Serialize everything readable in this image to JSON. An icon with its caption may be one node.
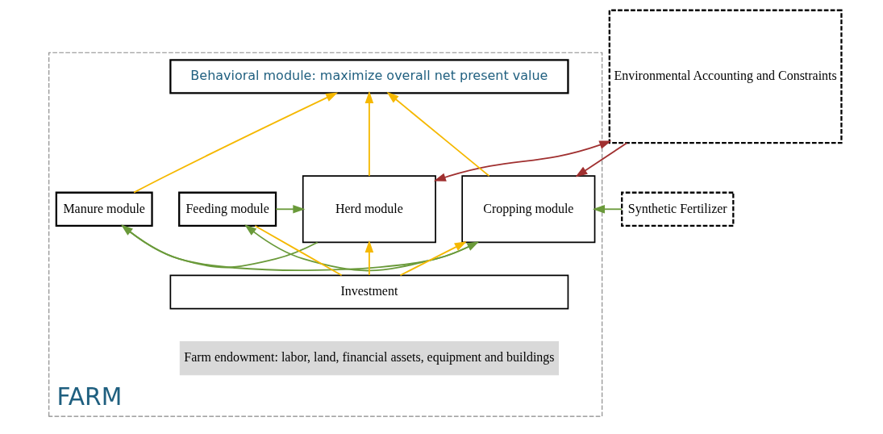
{
  "diagram": {
    "nodes": [
      {
        "text": [
          "FARM"
        ]
      },
      {
        "text": [
          "Behavioral module: maximize overall net present value"
        ],
        "in": 0
      },
      {
        "text": [
          "Herd module"
        ],
        "in": 0
      },
      {
        "text": [
          "Manure module"
        ],
        "in": 0
      },
      {
        "text": [
          "Feeding module"
        ],
        "in": 0
      },
      {
        "text": [
          "Cropping module"
        ],
        "in": 0
      },
      {
        "text": [
          "Investment"
        ],
        "in": 0
      },
      {
        "text": [
          "Farm endowment: labor, land, financial assets, equipment and buildings"
        ],
        "in": 0
      },
      {
        "text": [
          "Synthetic Fertilizer"
        ]
      },
      {
        "text": [
          "Environmental Accounting and Constraints"
        ]
      }
    ],
    "edges": [
      {
        "from": 2,
        "to": 1,
        "arrow": "to",
        "color": "#f5b800"
      },
      {
        "from": 3,
        "to": 1,
        "arrow": "to",
        "color": "#f5b800"
      },
      {
        "from": 5,
        "to": 1,
        "arrow": "to",
        "color": "#f5b800"
      },
      {
        "from": 2,
        "to": 3,
        "arrow": "to",
        "color": "#6a9a3a"
      },
      {
        "from": 3,
        "to": 5,
        "arrow": "to",
        "color": "#6a9a3a"
      },
      {
        "from": 5,
        "to": 4,
        "arrow": "to",
        "color": "#6a9a3a"
      },
      {
        "from": 4,
        "to": 2,
        "arrow": "to",
        "color": "#6a9a3a"
      },
      {
        "from": 8,
        "to": 5,
        "arrow": "to",
        "color": "#6a9a3a"
      },
      {
        "from": 6,
        "to": 2,
        "arrow": "to",
        "color": "#f5b800"
      },
      {
        "from": 6,
        "to": 4,
        "arrow": "none",
        "color": "#f5b800"
      },
      {
        "from": 6,
        "to": 5,
        "arrow": "to",
        "color": "#f5b800"
      },
      {
        "from": 2,
        "to": 9,
        "arrow": "both",
        "color": "#a03030"
      },
      {
        "from": 9,
        "to": 5,
        "arrow": "to",
        "color": "#a03030"
      }
    ]
  }
}
